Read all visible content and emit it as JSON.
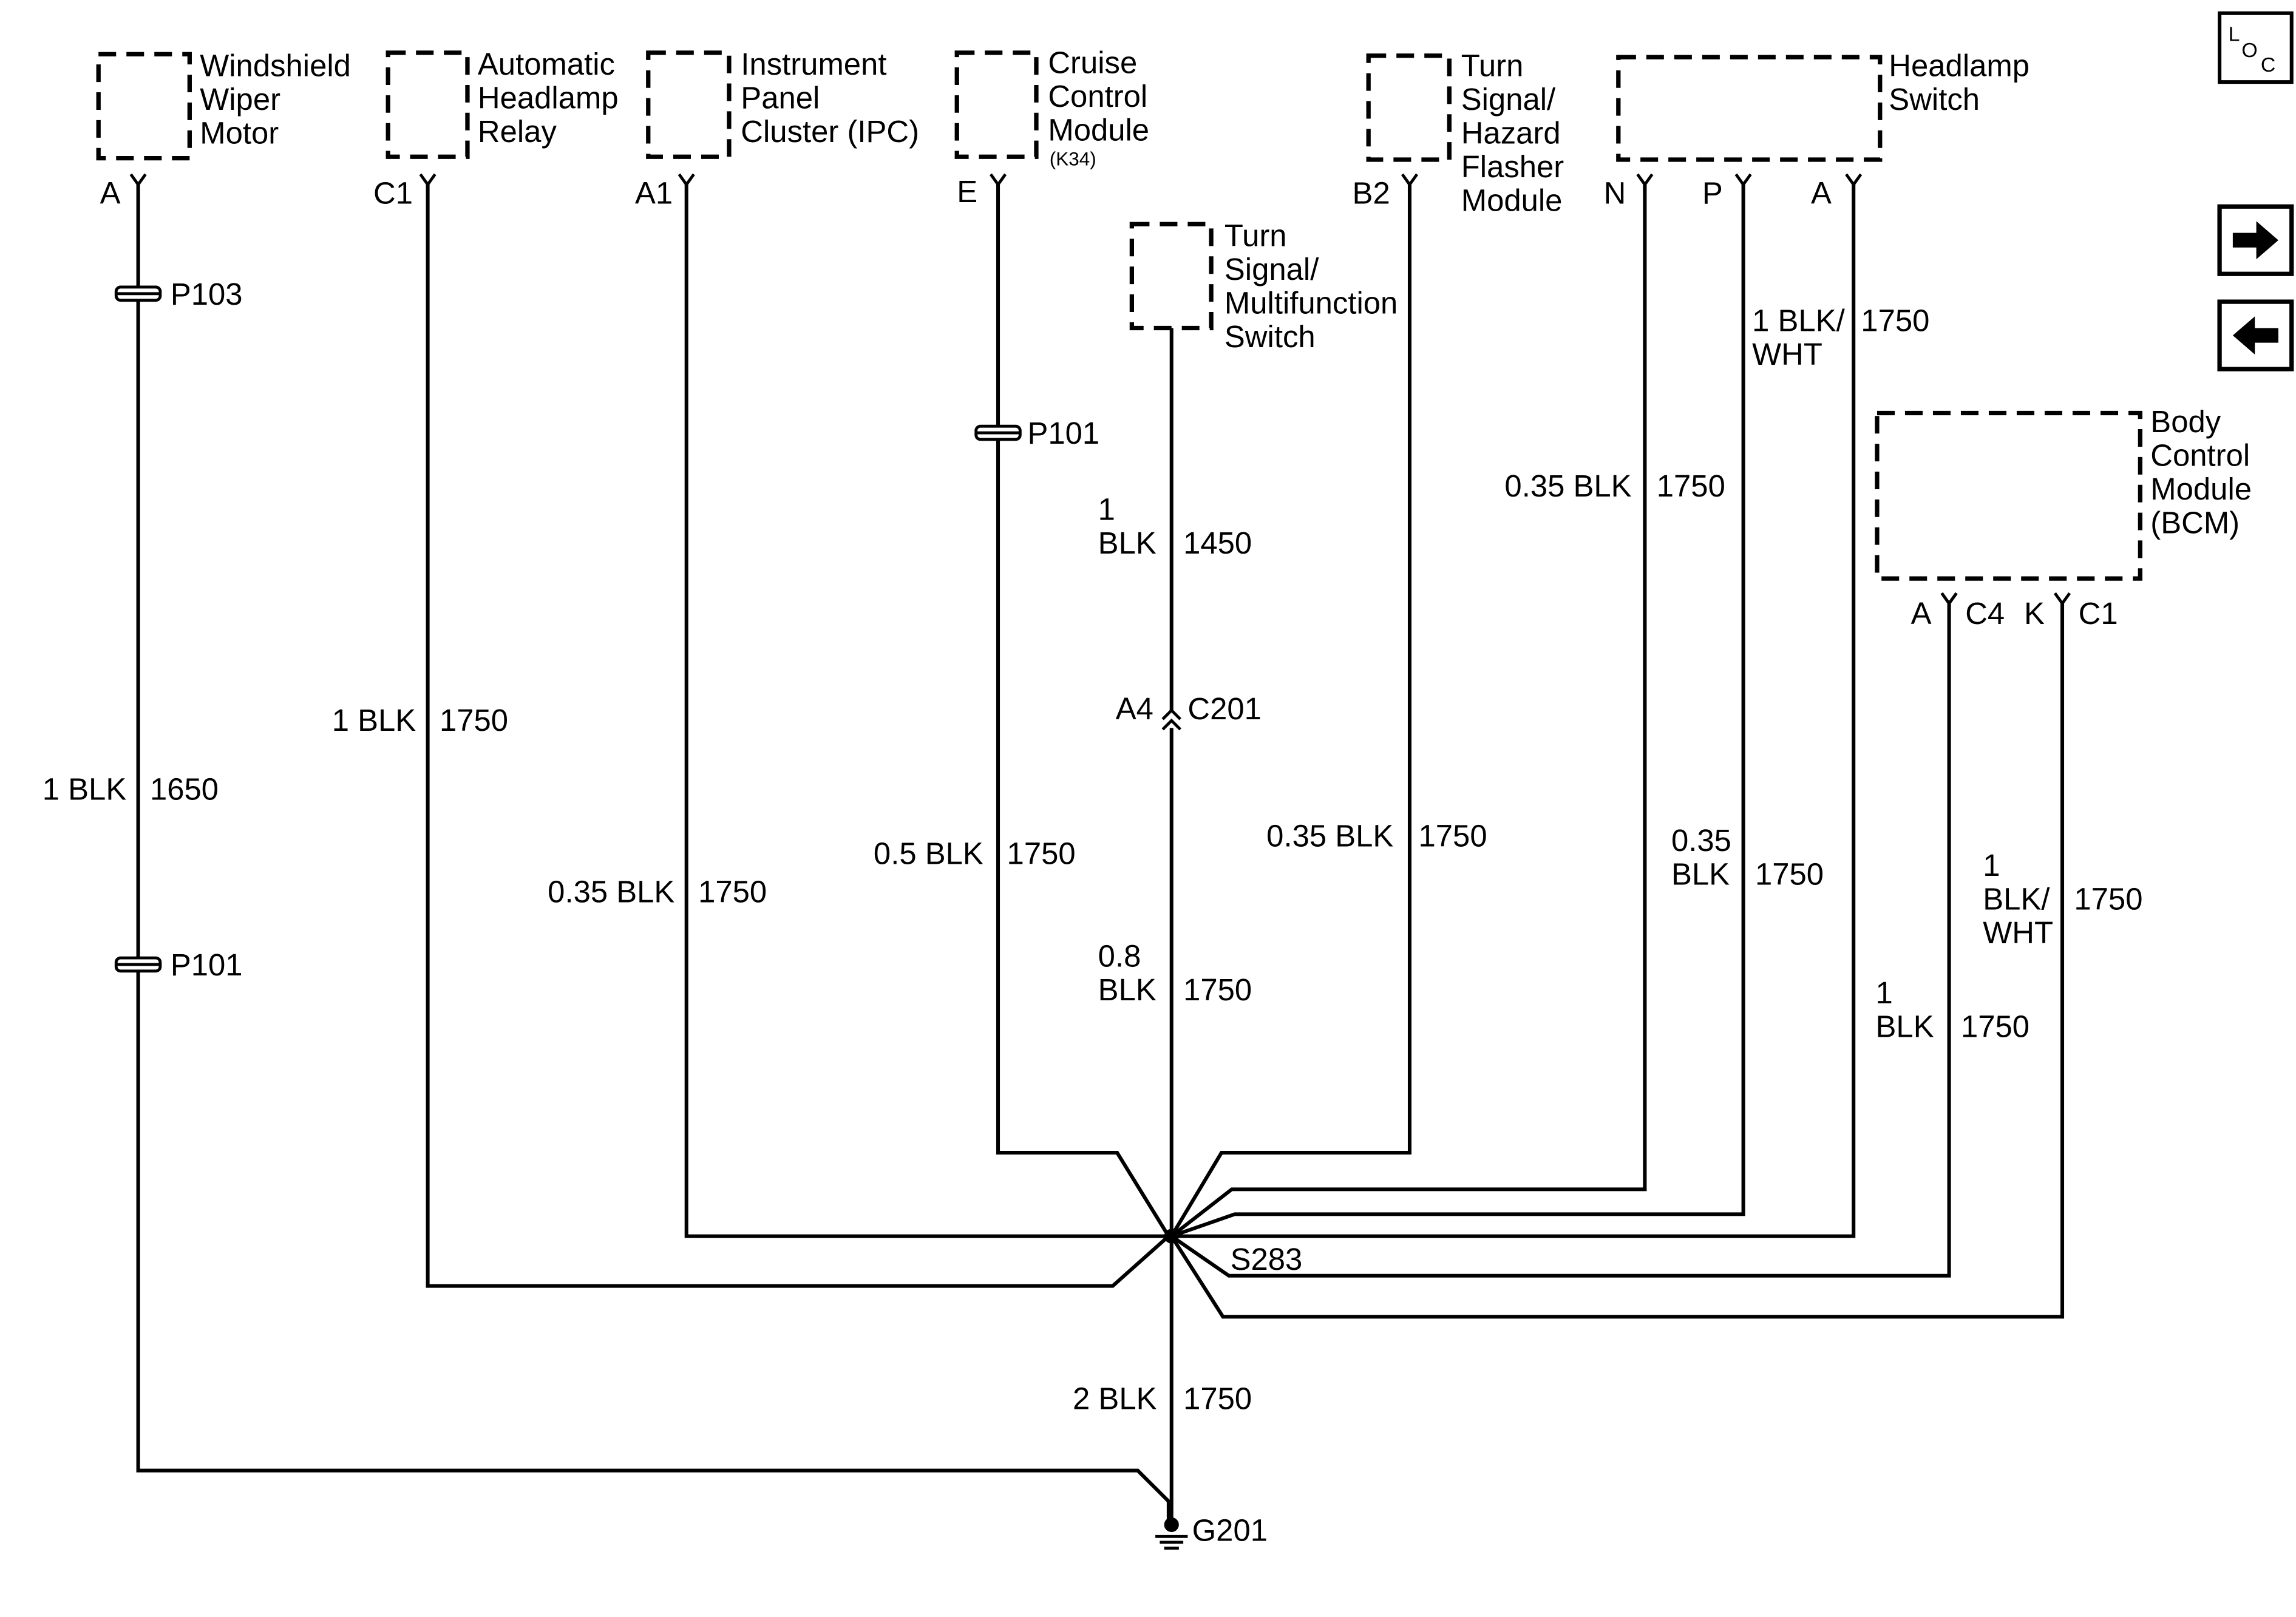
{
  "components": {
    "windshield_wiper_motor": {
      "lines": [
        "Windshield",
        "Wiper",
        "Motor"
      ],
      "pin": "A"
    },
    "automatic_headlamp_relay": {
      "lines": [
        "Automatic",
        "Headlamp",
        "Relay"
      ],
      "pin": "C1"
    },
    "instrument_panel_cluster": {
      "lines": [
        "Instrument",
        "Panel",
        "Cluster (IPC)"
      ],
      "pin": "A1"
    },
    "cruise_control_module": {
      "lines": [
        "Cruise",
        "Control",
        "Module"
      ],
      "code": "(K34)",
      "pin": "E"
    },
    "turn_signal_multifunction_switch": {
      "lines": [
        "Turn",
        "Signal/",
        "Multifunction",
        "Switch"
      ]
    },
    "turn_signal_hazard_flasher_module": {
      "lines": [
        "Turn",
        "Signal/",
        "Hazard",
        "Flasher",
        "Module"
      ],
      "pin": "B2"
    },
    "headlamp_switch": {
      "lines": [
        "Headlamp",
        "Switch"
      ],
      "pins": [
        "N",
        "P",
        "A"
      ]
    },
    "body_control_module": {
      "lines": [
        "Body",
        "Control",
        "Module",
        "(BCM)"
      ],
      "pins": [
        "A",
        "C4",
        "K",
        "C1"
      ]
    }
  },
  "connectors": {
    "p103": "P103",
    "p101_wiper": "P101",
    "p101_cruise": "P101",
    "c201": "C201",
    "c201_pin": "A4",
    "s283": "S283",
    "g201": "G201"
  },
  "wire_labels": {
    "wiper": {
      "size": "1 BLK",
      "circuit": "1650"
    },
    "relay": {
      "size": "1 BLK",
      "circuit": "1750"
    },
    "ipc": {
      "size": "0.35 BLK",
      "circuit": "1750"
    },
    "cruise": {
      "size": "0.5 BLK",
      "circuit": "1750"
    },
    "switch_upper": {
      "size_line1": "1",
      "size_line2": "BLK",
      "circuit": "1450"
    },
    "switch_lower": {
      "size_line1": "0.8",
      "size_line2": "BLK",
      "circuit": "1750"
    },
    "flasher": {
      "size": "0.35 BLK",
      "circuit": "1750"
    },
    "headlamp_n": {
      "size": "0.35 BLK",
      "circuit": "1750"
    },
    "headlamp_p_upper": {
      "size_line1": "1 BLK/",
      "size_line2": "WHT",
      "circuit": "1750"
    },
    "headlamp_p_lower": {
      "size_line1": "0.35",
      "size_line2": "BLK",
      "circuit": "1750"
    },
    "bcm_c1": {
      "size_line1": "1",
      "size_line2": "BLK/",
      "size_line3": "WHT",
      "circuit": "1750"
    },
    "bcm_a": {
      "size_line1": "1",
      "size_line2": "BLK",
      "circuit": "1750"
    },
    "ground": {
      "size": "2 BLK",
      "circuit": "1750"
    }
  },
  "navigation": {
    "loc_letters": [
      "L",
      "O",
      "C"
    ],
    "next_icon": "right-arrow",
    "prev_icon": "left-arrow"
  }
}
